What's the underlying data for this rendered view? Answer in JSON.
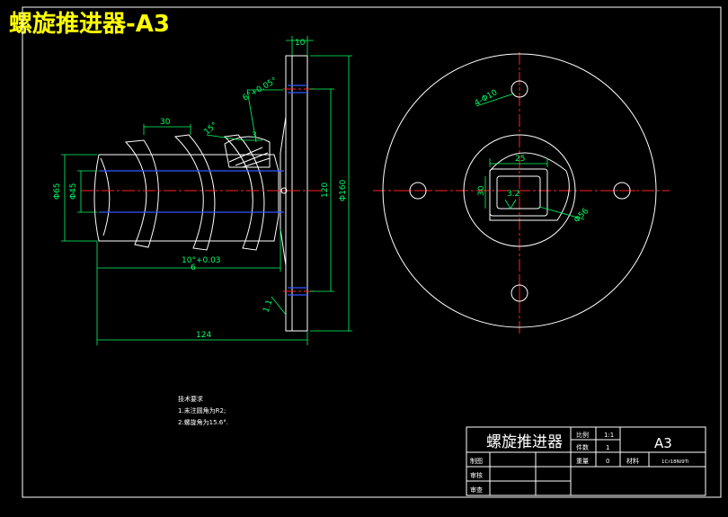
{
  "overlay_title": "螺旋推进器-A3",
  "colors": {
    "background": "#000000",
    "outline": "#ffffff",
    "dimension": "#00ff66",
    "center_line": "#ff2222",
    "hidden_line": "#3355ff",
    "title_overlay": "#ffff00",
    "dim_text": "#00ff66"
  },
  "dimensions": {
    "flange_thickness": "10",
    "pitch": "30",
    "thread_angle": "15°",
    "thread_depth": "3",
    "chamfer_spec": "6°+0.05°",
    "screw_outer_dia": "Φ65",
    "screw_root_dia": "Φ45",
    "bolt_circle_dia": "120",
    "flange_dia": "Φ160",
    "bore_spec": "10°+0.03",
    "bore_small": "6",
    "overall_length": "124",
    "flange_chamfer": "1.1",
    "hole_spec": "4-Φ10",
    "key_width": "25",
    "key_depth": "30",
    "surface_finish": "3.2",
    "hub_dia": "Φ56"
  },
  "notes": {
    "heading": "技术要求",
    "line1": "1.未注圆角为R2;",
    "line2": "2.螺旋角为15.6°."
  },
  "title_block": {
    "drawing_name": "螺旋推进器",
    "scale_label": "比例",
    "scale_value": "1:1",
    "qty_label": "件数",
    "qty_value": "1",
    "sheet_size": "A3",
    "drawn_label": "制图",
    "check_label": "审核",
    "approve_label": "审查",
    "weight_label": "重量",
    "weight_value": "0",
    "material_label": "材料",
    "material_value": "1Cr18Ni9Ti"
  }
}
